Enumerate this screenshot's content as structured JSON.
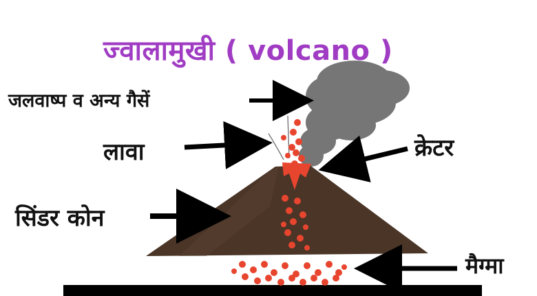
{
  "title": "ज्वालामुखी ( volcano  )",
  "labels": {
    "gases": "जलवाष्प व अन्य गैसें",
    "lava": "लावा",
    "crater": "क्रेटर",
    "cinder_cone": "सिंडर कोन",
    "magma": "मैग्मा"
  },
  "colors": {
    "title": "#a03cc4",
    "cone": "#4a3527",
    "smoke": "#6f6f6f",
    "lava": "#e8452f",
    "ground": "#000000"
  }
}
